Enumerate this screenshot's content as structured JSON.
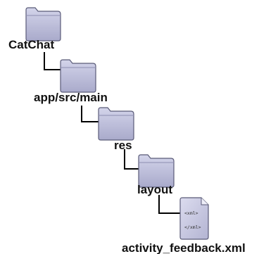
{
  "tree": {
    "nodes": [
      {
        "name": "CatChat",
        "icon": "folder-icon"
      },
      {
        "name": "app/src/main",
        "icon": "folder-icon"
      },
      {
        "name": "res",
        "icon": "folder-icon"
      },
      {
        "name": "layout",
        "icon": "folder-icon"
      },
      {
        "name": "activity_feedback.xml",
        "icon": "xml-file-icon"
      }
    ],
    "file_icon_text": {
      "open_tag": "<xml>",
      "close_tag": "</xml>"
    }
  },
  "colors": {
    "folder_fill": "#b9bad6",
    "folder_stroke": "#5a5b78",
    "file_fill": "#c7c8e0",
    "connector": "#000000"
  }
}
